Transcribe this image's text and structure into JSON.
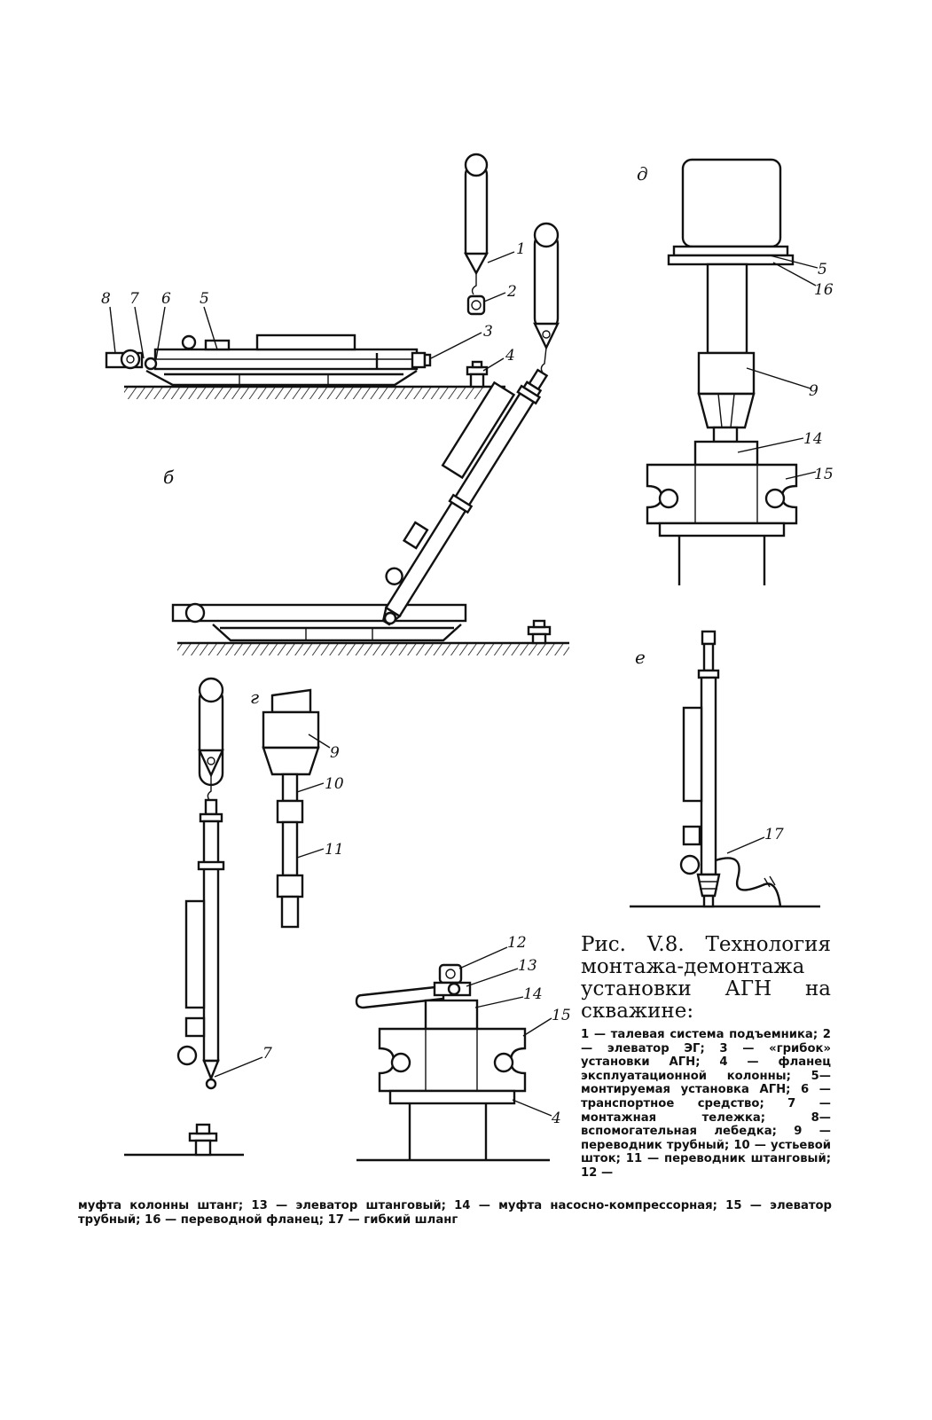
{
  "panels": {
    "b": "б",
    "g": "г",
    "d": "д",
    "e": "е"
  },
  "labels": {
    "n1": "1",
    "n2": "2",
    "n3": "3",
    "n4": "4",
    "n4b": "4",
    "n5": "5",
    "n5b": "5",
    "n6": "6",
    "n7": "7",
    "n7b": "7",
    "n8": "8",
    "n9": "9",
    "n9b": "9",
    "n10": "10",
    "n11": "11",
    "n12": "12",
    "n13": "13",
    "n14": "14",
    "n14b": "14",
    "n15": "15",
    "n15b": "15",
    "n16": "16",
    "n17": "17"
  },
  "caption": {
    "title": "Рис. V.8. Технология монтажа-демонтажа установки АГН на скважине:",
    "legend_a": "1 — талевая система подъемника; 2 — элеватор ЭГ; 3 — «грибок» установки АГН; 4 — фланец эксплуатационной колонны; 5—монтируемая установка АГН; 6 — транспортное средство; 7 — монтажная тележка; 8—вспомогательная лебедка; 9 — переводник трубный; 10 — устьевой шток; 11 — переводник штанговый; 12 —",
    "legend_b": "муфта колонны штанг; 13 — элеватор штанговый; 14 — муфта насосно-компрессорная; 15 — элеватор трубный; 16 — переводной фланец; 17 — гибкий шланг"
  }
}
